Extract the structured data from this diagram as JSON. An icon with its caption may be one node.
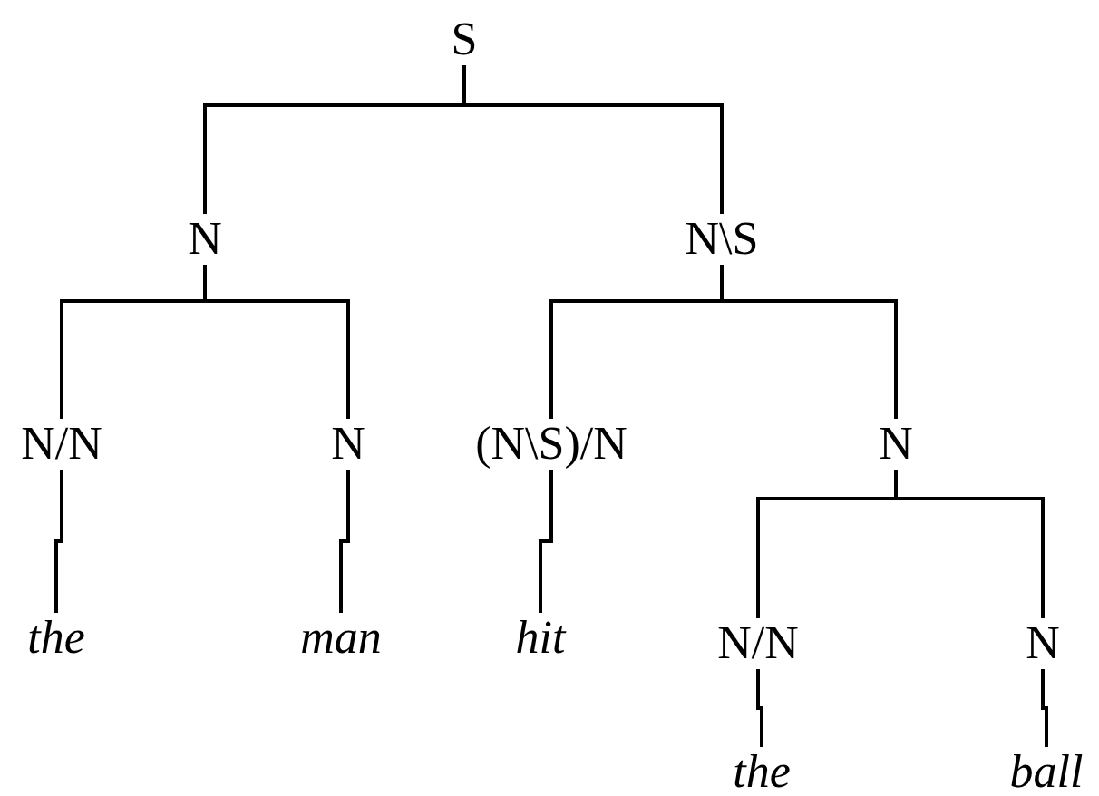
{
  "diagram": {
    "nodes": [
      {
        "text": [
          "S"
        ]
      },
      {
        "text": [
          "N"
        ]
      },
      {
        "text": [
          "N\\S"
        ]
      },
      {
        "text": [
          "N/N"
        ]
      },
      {
        "text": [
          "N"
        ]
      },
      {
        "text": [
          "(N\\S)/N"
        ]
      },
      {
        "text": [
          "N"
        ]
      },
      {
        "text": [
          "the"
        ]
      },
      {
        "text": [
          "man"
        ]
      },
      {
        "text": [
          "hit"
        ]
      },
      {
        "text": [
          "N/N"
        ]
      },
      {
        "text": [
          "N"
        ]
      },
      {
        "text": [
          "the"
        ]
      },
      {
        "text": [
          "ball"
        ]
      }
    ],
    "edges": [
      {
        "from": 0,
        "to": 1,
        "arrow": "none"
      },
      {
        "from": 0,
        "to": 2,
        "arrow": "none"
      },
      {
        "from": 1,
        "to": 3,
        "arrow": "none"
      },
      {
        "from": 1,
        "to": 4,
        "arrow": "none"
      },
      {
        "from": 2,
        "to": 5,
        "arrow": "none"
      },
      {
        "from": 2,
        "to": 6,
        "arrow": "none"
      },
      {
        "from": 3,
        "to": 7,
        "arrow": "none"
      },
      {
        "from": 4,
        "to": 8,
        "arrow": "none"
      },
      {
        "from": 5,
        "to": 9,
        "arrow": "none"
      },
      {
        "from": 6,
        "to": 10,
        "arrow": "none"
      },
      {
        "from": 6,
        "to": 11,
        "arrow": "none"
      },
      {
        "from": 10,
        "to": 12,
        "arrow": "none"
      },
      {
        "from": 11,
        "to": 13,
        "arrow": "none"
      }
    ]
  }
}
